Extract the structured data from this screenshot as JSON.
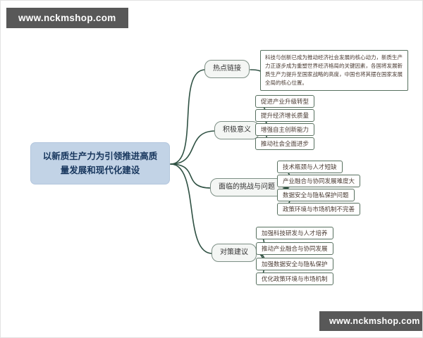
{
  "watermark_top": "www.nckmshop.com",
  "watermark_bottom": "www.nckmshop.com",
  "colors": {
    "line": "#2f5143",
    "central_fill": "#c2d3e6",
    "central_text": "#17365d",
    "branch_fill": "#f4f6f4",
    "branch_border": "#7d8f85",
    "leaf_border": "#57705f",
    "watermark_bg": "#585858",
    "watermark_text": "#ffffff"
  },
  "mindmap": {
    "root": "以新质生产力为引领推进高质量发展和现代化建设",
    "branches": [
      {
        "label": "热点链接",
        "children": [
          "科技与创新已成为推动经济社会发展的核心动力，新质生产力正逐步成为重塑世界经济格局的关键因素，各国将发展新质生产力提升至国家战略的高度，中国也将其摆在国家发展全局的核心位置。"
        ]
      },
      {
        "label": "积极意义",
        "children": [
          "促进产业升级转型",
          "提升经济增长质量",
          "增强自主创新能力",
          "推动社会全面进步"
        ]
      },
      {
        "label": "面临的挑战与问题",
        "children": [
          "技术瓶颈与人才短缺",
          "产业融合与协同发展难度大",
          "数据安全与隐私保护问题",
          "政策环境与市场机制不完善"
        ]
      },
      {
        "label": "对策建议",
        "children": [
          "加强科技研发与人才培养",
          "推动产业融合与协同发展",
          "加强数据安全与隐私保护",
          "优化政策环境与市场机制"
        ]
      }
    ]
  }
}
